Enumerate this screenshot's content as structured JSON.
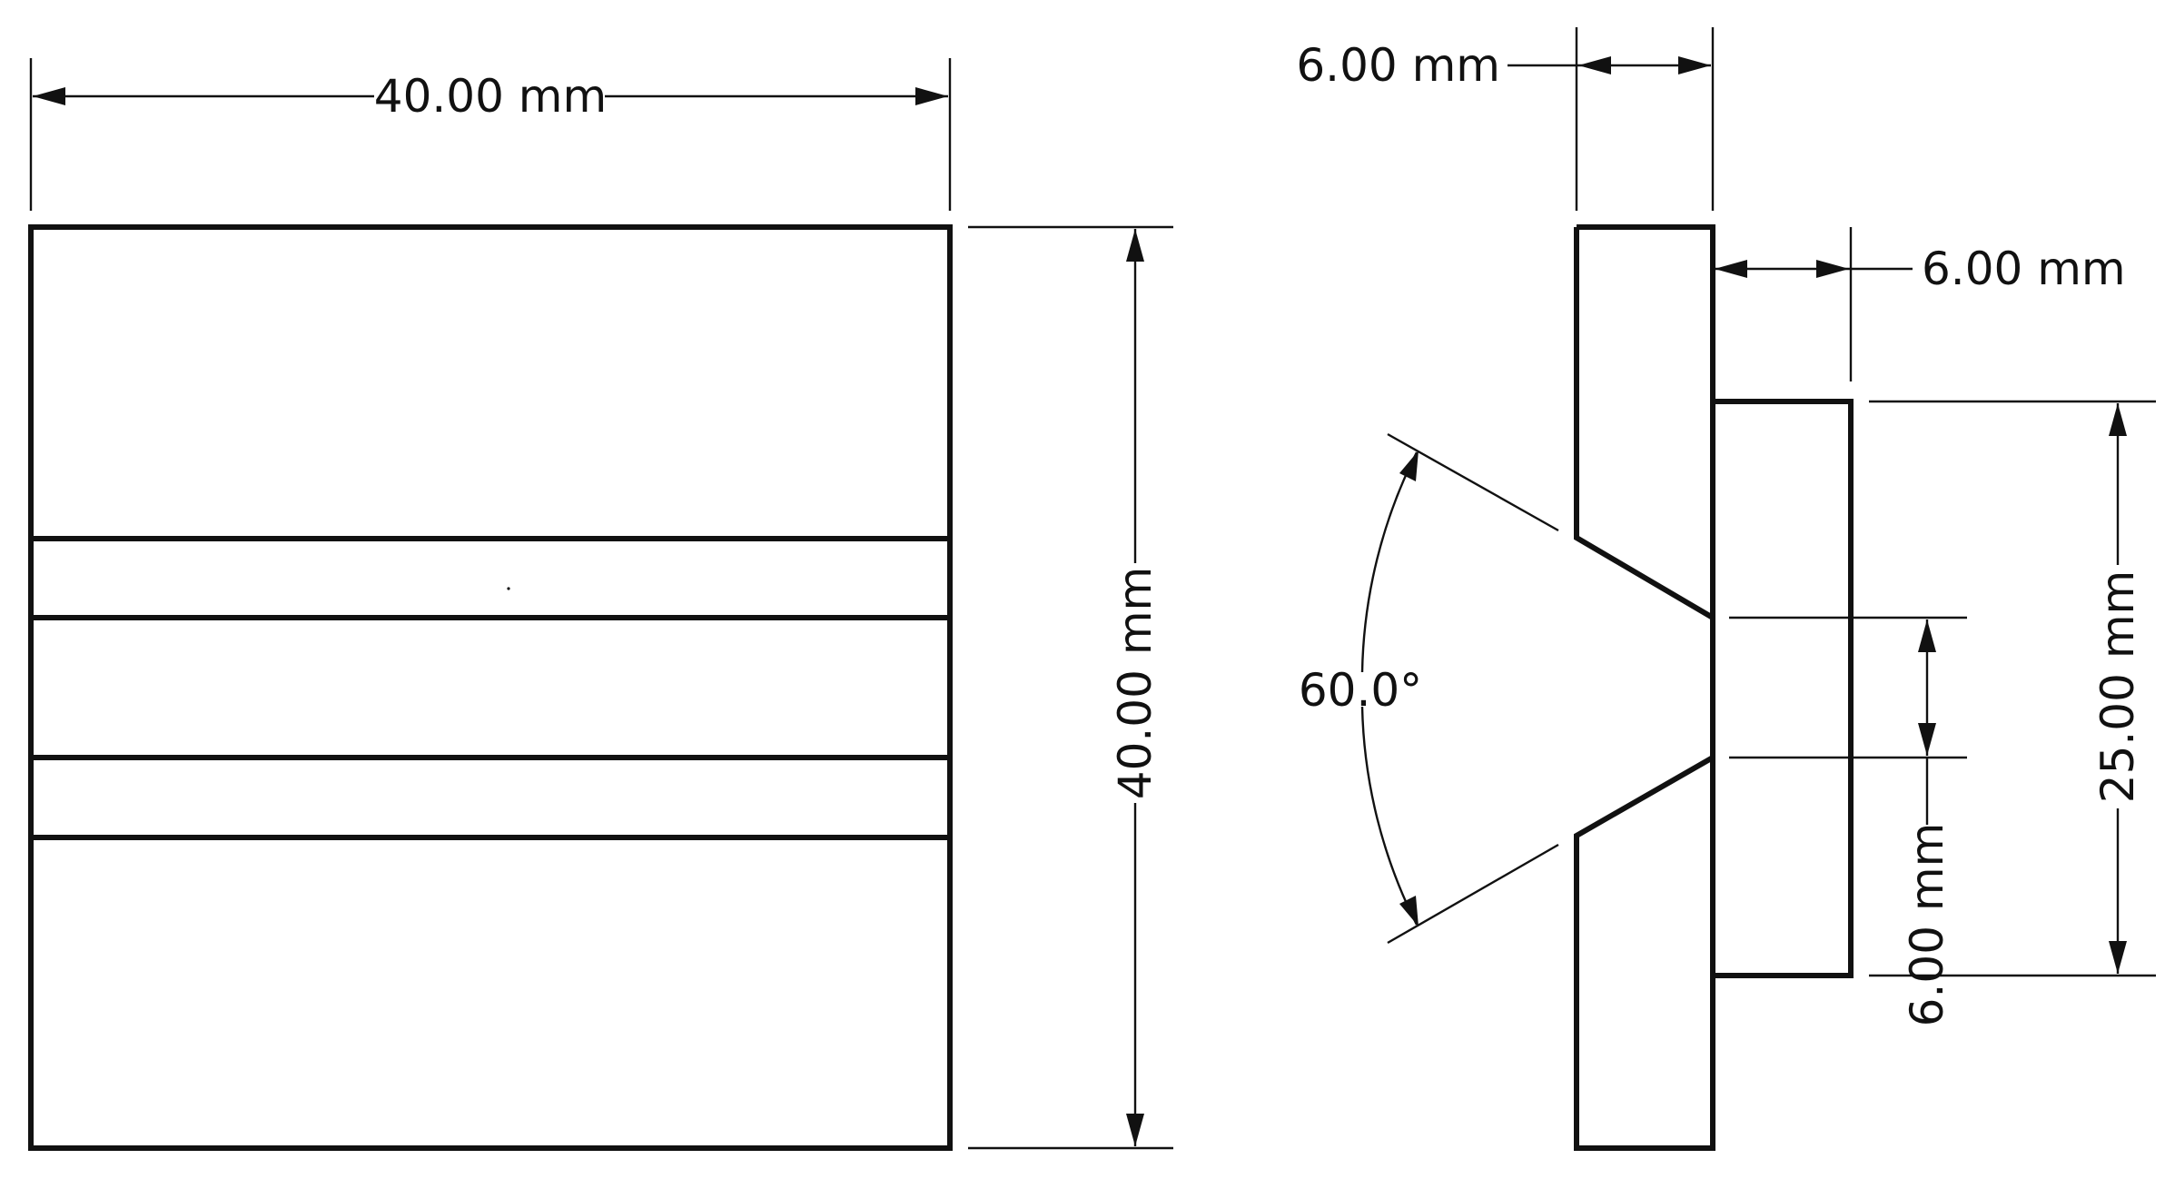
{
  "front_view": {
    "width_label": "40.00 mm",
    "height_label": "40.00 mm"
  },
  "side_view": {
    "plate_thickness_label": "6.00 mm",
    "flange_thickness_label": "6.00 mm",
    "flange_height_label": "25.00 mm",
    "gap_label": "6.00 mm",
    "bevel_angle_label": "60.0°"
  },
  "colors": {
    "line": "#111111",
    "background": "#ffffff"
  }
}
